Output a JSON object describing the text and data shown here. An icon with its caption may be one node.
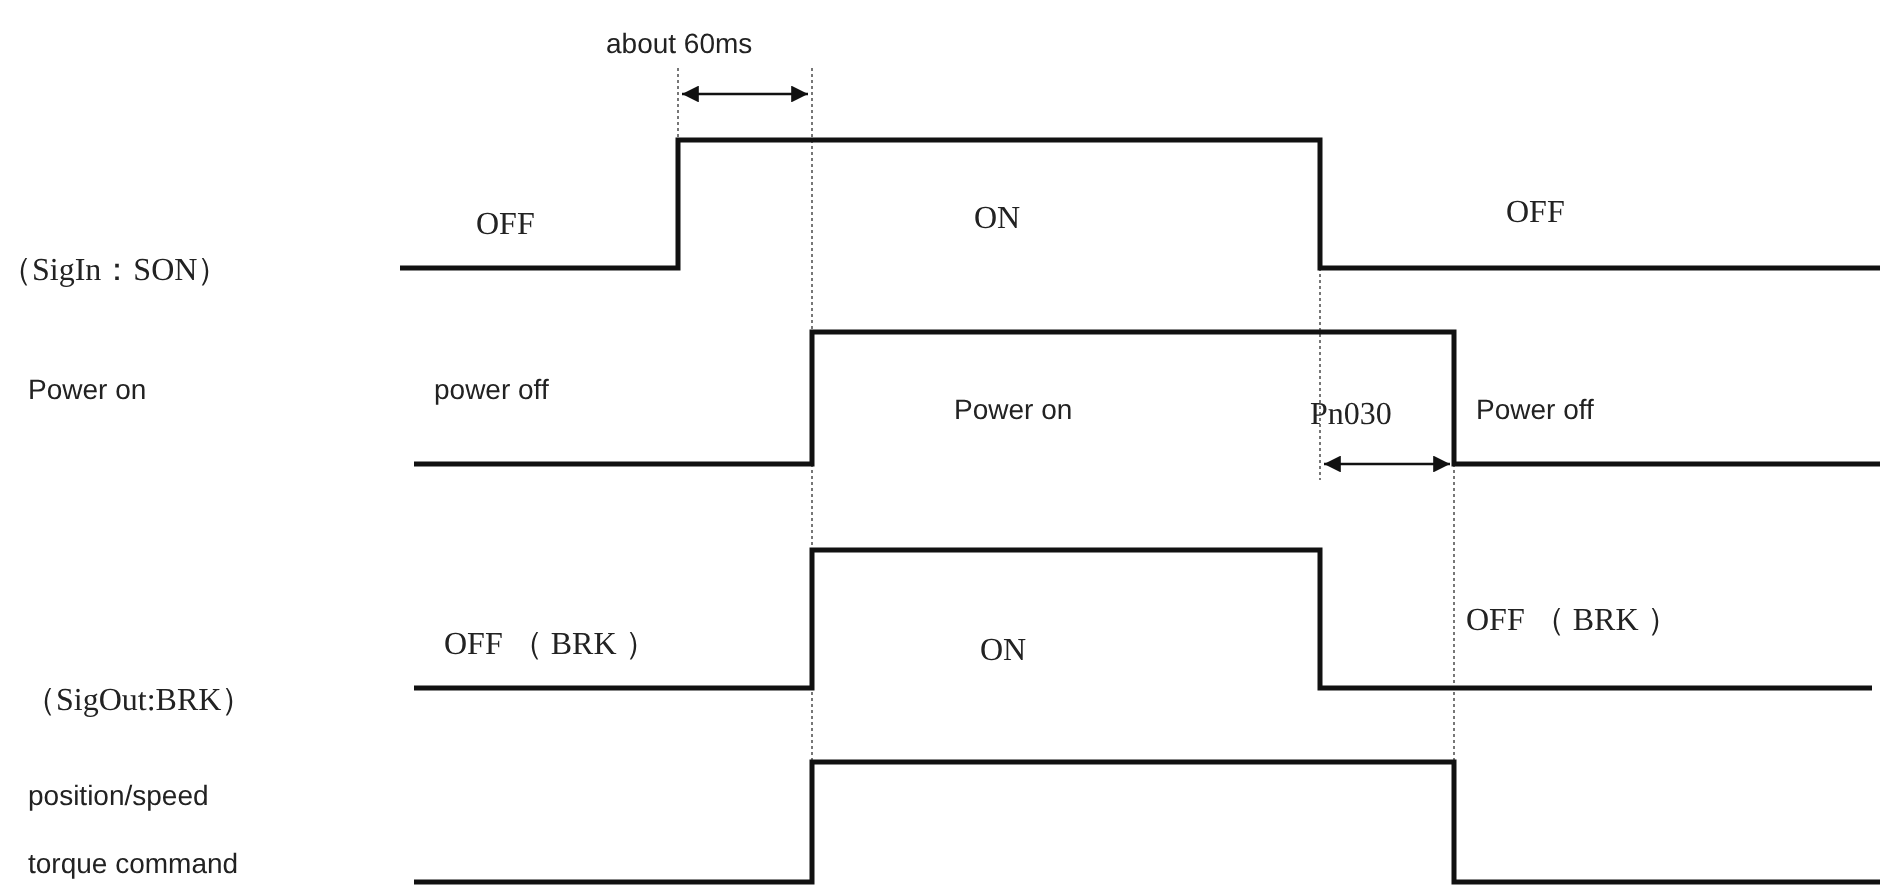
{
  "diagram": {
    "labels": [
      "about 60ms",
      "OFF",
      "ON",
      "OFF",
      "（SigIn：SON）",
      "Power on",
      "power off",
      "Power on",
      "Pn030",
      "Power off",
      "OFF （ BRK ）",
      "ON",
      "OFF （ BRK ）",
      "（SigOut:BRK）",
      "position/speed",
      "torque command"
    ]
  }
}
